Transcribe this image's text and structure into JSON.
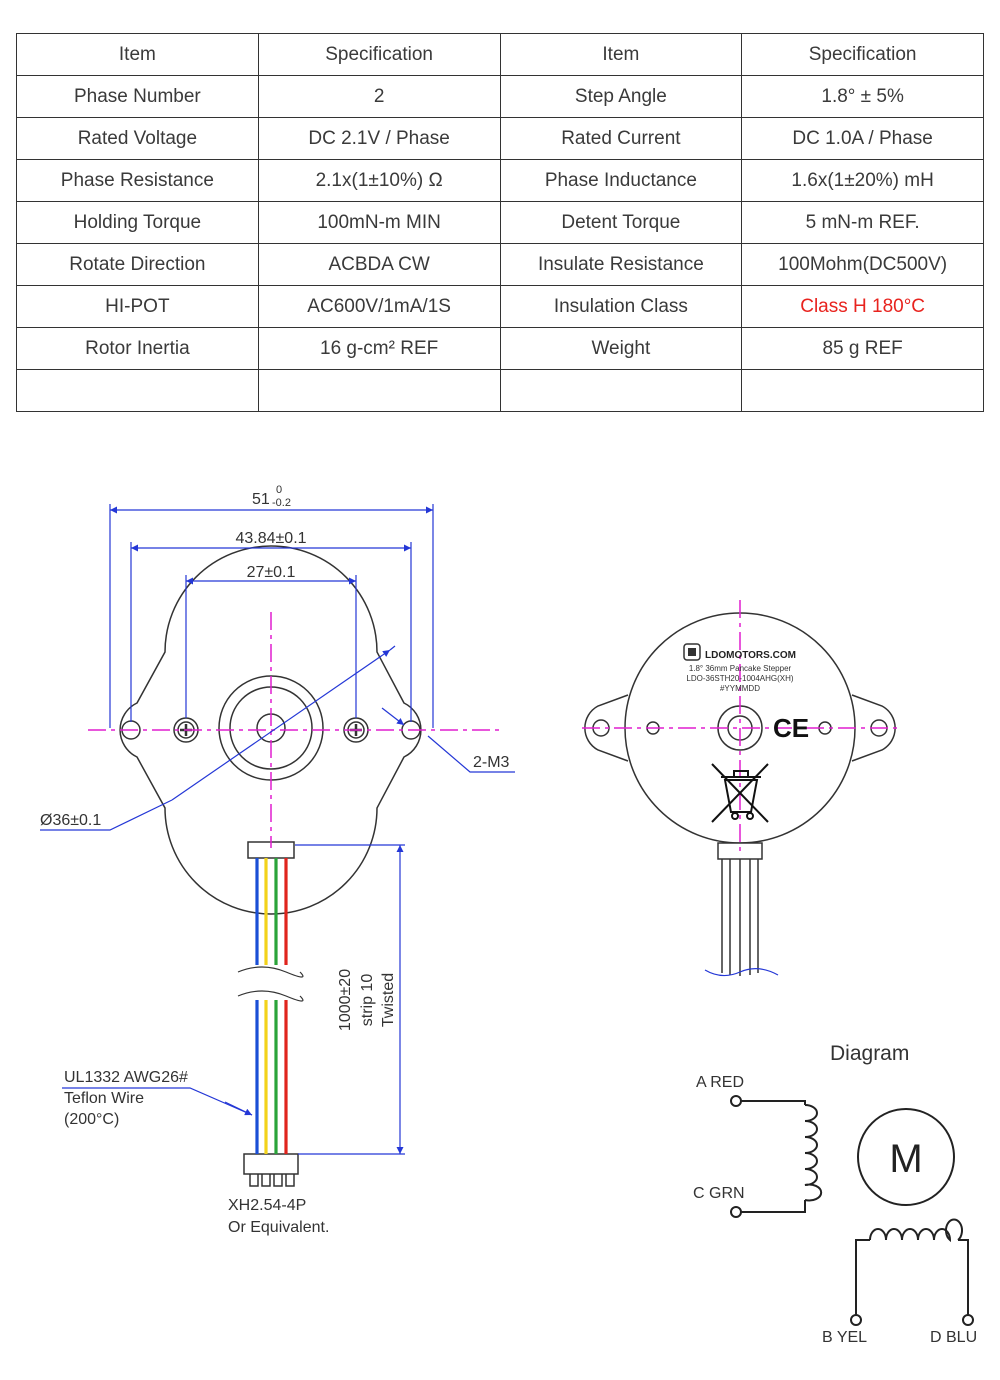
{
  "table": {
    "header": [
      "Item",
      "Specification",
      "Item",
      "Specification"
    ],
    "rows": [
      [
        "Phase Number",
        "2",
        "Step Angle",
        "1.8° ± 5%"
      ],
      [
        "Rated Voltage",
        "DC 2.1V / Phase",
        "Rated Current",
        "DC 1.0A / Phase"
      ],
      [
        "Phase Resistance",
        "2.1x(1±10%) Ω",
        "Phase Inductance",
        "1.6x(1±20%) mH"
      ],
      [
        "Holding Torque",
        "100mN-m MIN",
        "Detent Torque",
        "5 mN-m REF."
      ],
      [
        "Rotate Direction",
        "ACBDA CW",
        "Insulate Resistance",
        "100Mohm(DC500V)"
      ],
      [
        "HI-POT",
        "AC600V/1mA/1S",
        "Insulation Class",
        "Class H 180°C"
      ],
      [
        "Rotor Inertia",
        "16 g-cm² REF",
        "Weight",
        "85 g REF"
      ],
      [
        "",
        "",
        "",
        ""
      ]
    ],
    "highlight_color": "#e8231e"
  },
  "front_view": {
    "dim_overall_main": "51",
    "dim_overall_upper_tol": "0",
    "dim_overall_lower_tol": "-0.2",
    "dim_hole_spacing": "43.84±0.1",
    "dim_screw_spacing": "27±0.1",
    "dim_body_diameter": "Ø36±0.1",
    "dim_mount_holes": "2-M3",
    "lead_length_line1": "1000±20",
    "lead_length_line2": "strip 10",
    "lead_length_line3": "Twisted",
    "wire_line1": "UL1332 AWG26#",
    "wire_line2": "Teflon Wire",
    "wire_line3": "(200°C)",
    "connector_line1": "XH2.54-4P",
    "connector_line2": "Or Equivalent.",
    "wire_colors": [
      "#1a4fd6",
      "#f2d21a",
      "#2aa33a",
      "#e0241d"
    ],
    "centerline_color": "#e01fcf",
    "dimension_color": "#2437d6"
  },
  "rear_view": {
    "brand": "LDOMOTORS.COM",
    "label_line1": "1.8° 36mm Pancake Stepper",
    "label_line2": "LDO-36STH20-1004AHG(XH)",
    "label_line3": "#YYMMDD",
    "ce_mark": "CE"
  },
  "wiring": {
    "title": "Diagram",
    "motor_symbol": "M",
    "a_label": "A RED",
    "c_label": "C GRN",
    "b_label": "B YEL",
    "d_label": "D BLU"
  }
}
